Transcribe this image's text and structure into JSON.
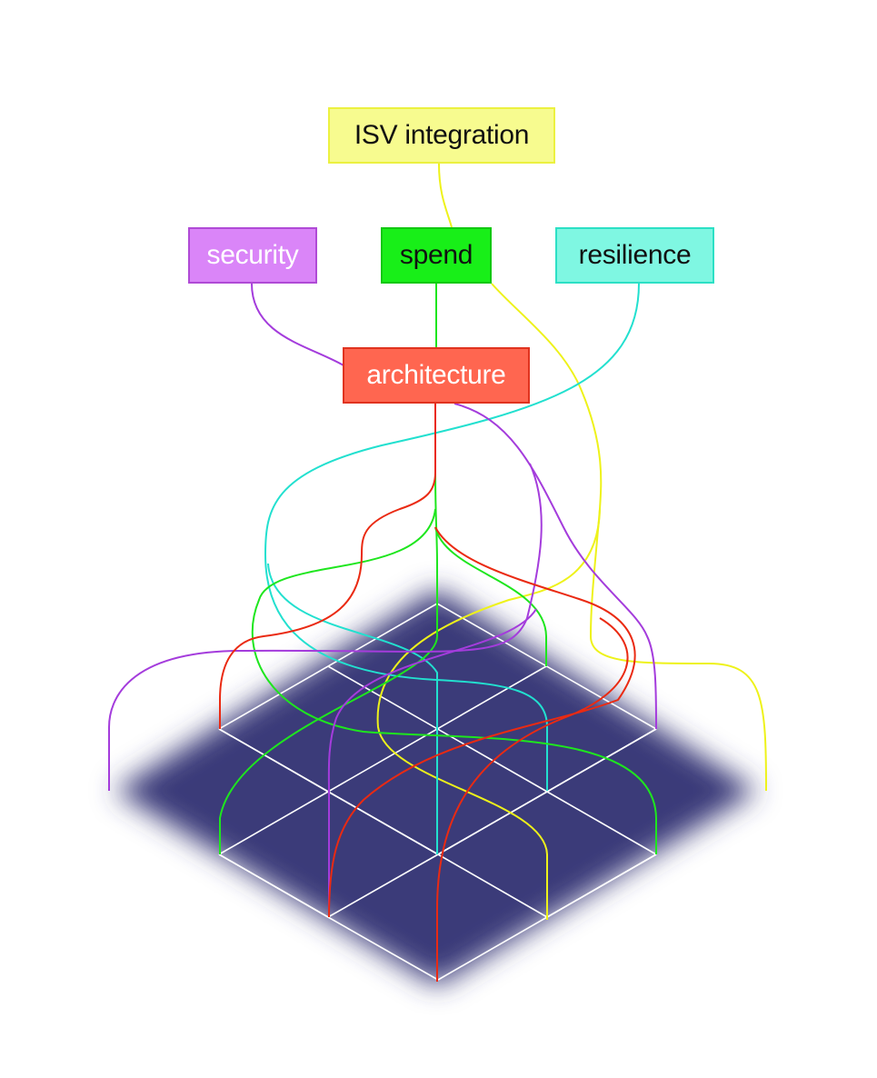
{
  "nodes": {
    "isv": {
      "label": "ISV integration",
      "fill": "#f7fb8f",
      "border": "#ecf140",
      "text_color": "#111111"
    },
    "security": {
      "label": "security",
      "fill": "#da85f8",
      "border": "#b04ad6",
      "text_color": "#ffffff"
    },
    "spend": {
      "label": "spend",
      "fill": "#18ef18",
      "border": "#12c812",
      "text_color": "#111111"
    },
    "resilience": {
      "label": "resilience",
      "fill": "#7ff7e2",
      "border": "#2ce0c5",
      "text_color": "#111111"
    },
    "architecture": {
      "label": "architecture",
      "fill": "#ff6650",
      "border": "#e0331f",
      "text_color": "#ffffff"
    }
  },
  "colors": {
    "platform": "#3b3a79",
    "grid": "#ffffff",
    "yellow_line": "#eef21a",
    "purple_line": "#a43cdc",
    "green_line": "#1ee61e",
    "cyan_line": "#22e0cf",
    "red_line": "#ea2a12"
  }
}
